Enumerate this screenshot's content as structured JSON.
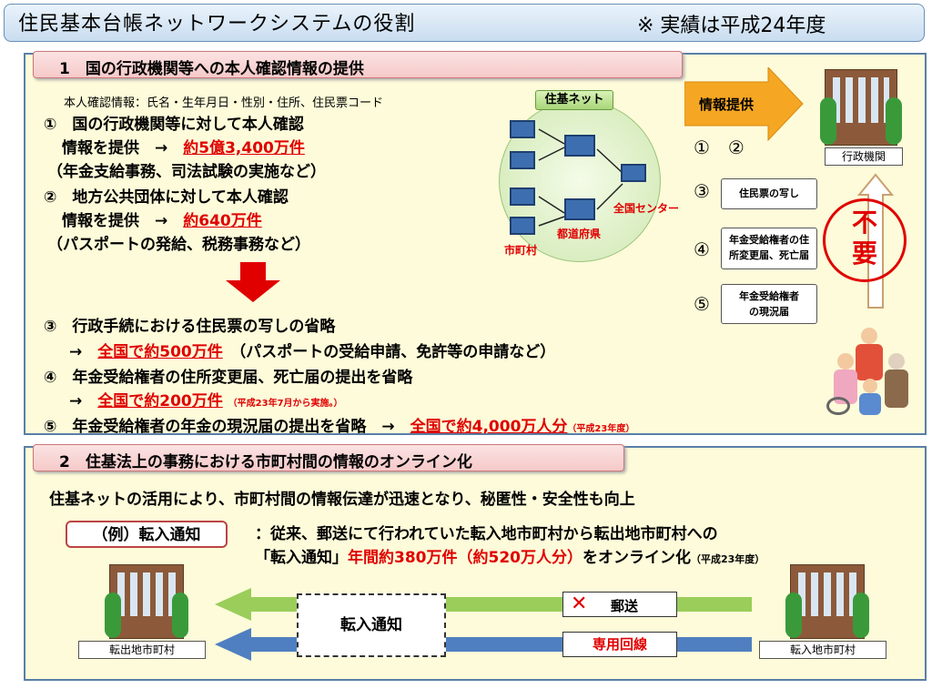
{
  "title": "住民基本台帳ネットワークシステムの役割",
  "title_note": "※ 実績は平成24年度",
  "section1": {
    "heading": "1　国の行政機関等への本人確認情報の提供",
    "info_def": "本人確認情報：氏名・生年月日・性別・住所、住民票コード",
    "item1_a": "①　国の行政機関等に対して本人確認",
    "item1_b": "情報を提供　→",
    "item1_val": "約5億3,400万件",
    "item1_c": "（年金支給事務、司法試験の実施など）",
    "item2_a": "②　地方公共団体に対して本人確認",
    "item2_b": "情報を提供　→",
    "item2_val": "約640万件",
    "item2_c": "（パスポートの発給、税務事務など）",
    "item3_a": "③　行政手続における住民票の写しの省略",
    "item3_arrow": "→",
    "item3_val": "全国で約500万件",
    "item3_c": "（パスポートの受給申請、免許等の申請など）",
    "item4_a": "④　年金受給権者の住所変更届、死亡届の提出を省略",
    "item4_arrow": "→",
    "item4_val": "全国で約200万件",
    "item4_note": "（平成23年7月から実施。）",
    "item5_a": "⑤　年金受給権者の年金の現況届の提出を省略　→",
    "item5_val": "全国で約4,000万人分",
    "item5_note": "（平成23年度）",
    "net_label": "住基ネット",
    "center_label": "全国センター",
    "pref_label": "都道府県",
    "city_label": "市町村",
    "info_provide": "情報提供",
    "marks_12": "①　②",
    "mark3": "③",
    "mark4": "④",
    "mark5": "⑤",
    "agency_label": "行政機関",
    "doc3": "住民票の写し",
    "doc4": "年金受給権者の住所変更届、死亡届",
    "doc5": "年金受給権者の現況届",
    "unneeded": "不要"
  },
  "section2": {
    "heading": "2　住基法上の事務における市町村間の情報のオンライン化",
    "summary": "住基ネットの活用により、市町村間の情報伝達が迅速となり、秘匿性・安全性も向上",
    "example_label": "（例）転入通知",
    "desc1": "：従来、郵送にて行われていた転入地市町村から転出地市町村への",
    "desc2_a": "「転入通知」",
    "desc2_val": "年間約380万件（約520万人分）",
    "desc2_b": "をオンライン化",
    "desc2_note": "（平成23年度）",
    "notice_label": "転入通知",
    "mail_label": "郵送",
    "line_label": "専用回線",
    "from_city": "転出地市町村",
    "to_city": "転入地市町村"
  },
  "colors": {
    "accent_red": "#e00000",
    "panel_bg": "#fdfbd9",
    "arrow_orange": "#f5a623",
    "arrow_green": "#9acd5a",
    "arrow_blue": "#4f7fc0"
  }
}
